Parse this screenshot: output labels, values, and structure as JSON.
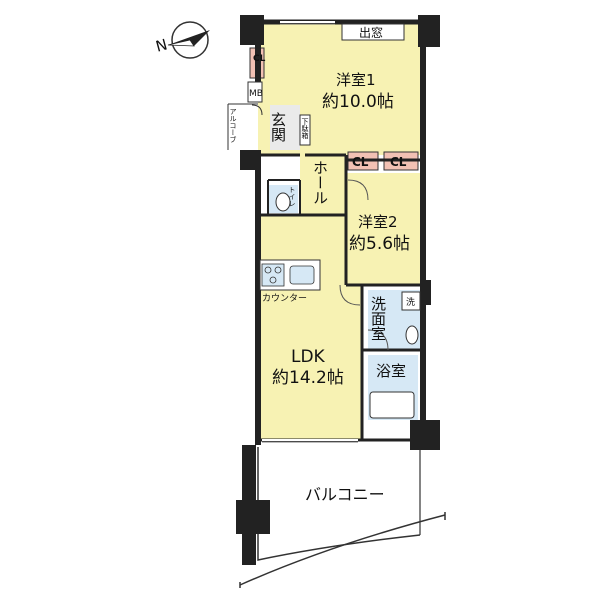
{
  "floorplan": {
    "rooms": {
      "western1": {
        "name": "洋室1",
        "size": "約10.0帖"
      },
      "western2": {
        "name": "洋室2",
        "size": "約5.6帖"
      },
      "ldk": {
        "name": "LDK",
        "size": "約14.2帖"
      },
      "bathroom": {
        "name": "浴室"
      }
    },
    "labels": {
      "bay_window": "出窓",
      "closet": "CL",
      "hall": "ホール",
      "entrance": "玄関",
      "meter_box": "MB",
      "alcove": "アルコーブ",
      "toilet": "トイレ",
      "counter": "カウンター",
      "washroom": "洗面室",
      "washer": "洗",
      "balcony": "バルコニー",
      "shoe_box": "下駄箱",
      "compass_n": "N"
    },
    "colors": {
      "room_fill": "#f7f2b3",
      "wet_fill": "#d6e8f5",
      "closet_fill": "#f2c1b4",
      "wall": "#222222"
    }
  }
}
